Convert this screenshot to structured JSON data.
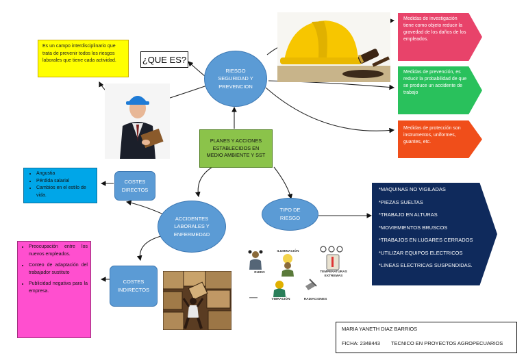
{
  "center": {
    "label": "RIESGO SEGURIDAD Y PREVENCION"
  },
  "question": {
    "label": "¿QUE ES?"
  },
  "definition": {
    "text": "Es un campo interdisciplinario que trata de prevenir todos los riesgos laborales que tiene cada actividad."
  },
  "plans": {
    "label": "PLANES Y ACCIONES ESTABLECIDOS EN MEDIO AMBIENTE Y SST"
  },
  "measures": [
    {
      "text": "Medidas de investigación tiene como objeto reducir la gravedad de los daños de los empleados.",
      "color": "#e8436a"
    },
    {
      "text": "Medidas de prevención, es reducir la probabilidad de que se produce un accidente de trabajo",
      "color": "#29c15c"
    },
    {
      "text": "Medidas de protección son instrumentos, uniformes, guantes, etc.",
      "color": "#f04e1a"
    }
  ],
  "accidents": {
    "label": "ACCIDENTES LABORALES Y ENFERMEDAD"
  },
  "direct_costs": {
    "label": "COSTES DIRECTOS",
    "items": [
      "Angustia",
      "Pérdida salarial",
      "Cambios en el estilo de vida."
    ],
    "color": "#00a6e8"
  },
  "indirect_costs": {
    "label": "COSTES INDIRECTOS",
    "items": [
      "Preocupación entre los nuevos empleados.",
      "Conteo de adaptación del trabajador sustituto",
      "Publicidad negativa para la empresa."
    ],
    "color": "#ff4fcf"
  },
  "risk_type": {
    "label": "TIPO DE RIESGO",
    "items": [
      "*MAQUINAS NO VIGILADAS",
      "*PIEZAS SUELTAS",
      "*TRABAJO EN ALTURAS",
      "*MOVIEMIENTOS BRUSCOS",
      "*TRABAJOS EN LUGARES CERRADOS",
      "*UTILIZAR EQUIPOS ELECTRICOS",
      "*LINEAS ELECTRICAS SUSPENDIDAS."
    ],
    "color": "#0f2a5c"
  },
  "risk_icons": {
    "ruido": "RUIDO",
    "iluminacion": "ILUMINACIÓN",
    "temperaturas": "TEMPERATURAS EXTREMAS",
    "vibracion": "VIBRACIÓN",
    "radiaciones": "RADIACIONES"
  },
  "author": {
    "name": "MARIA YANETH DIAZ BARRIOS",
    "ficha": "FICHA: 2348443",
    "program": "TECNICO EN PROYECTOS AGROPECUARIOS"
  },
  "colors": {
    "ellipse": "#5b9bd5",
    "definition_bg": "#ffff00",
    "plans_bg": "#8bc34a"
  }
}
